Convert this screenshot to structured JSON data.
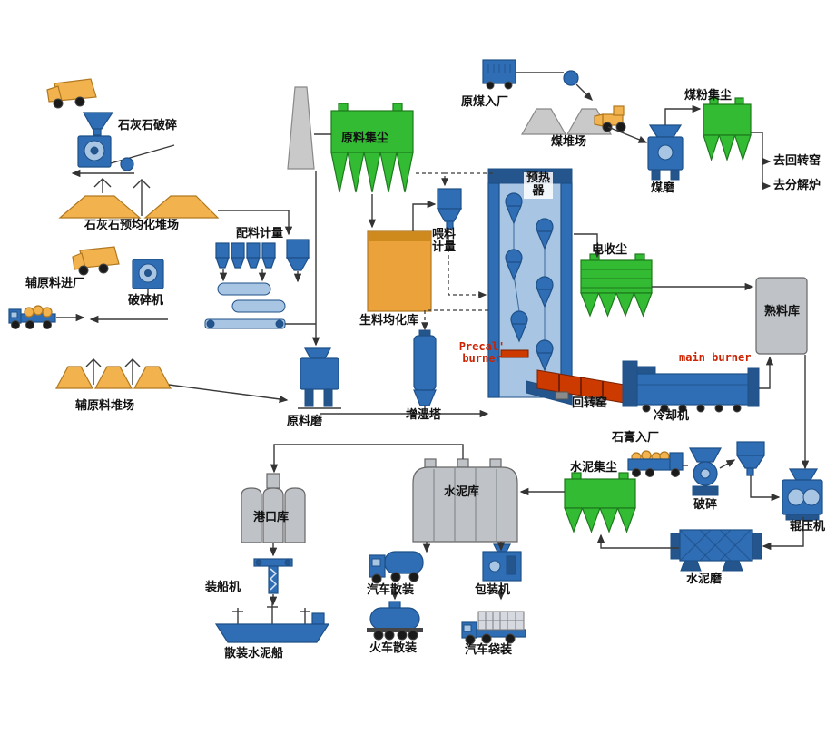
{
  "colors": {
    "machine_blue": "#2f6db5",
    "machine_blue_dark": "#24558c",
    "machine_blue_light": "#a8c6e4",
    "outline_blue": "#1e5088",
    "dust_green": "#33bb33",
    "dust_green_dark": "#1d7a1d",
    "stock_orange": "#f2b24d",
    "stock_orange_dark": "#b07820",
    "tank_orange": "#eca23a",
    "tank_orange_dark": "#cf8a1e",
    "silo_gray": "#bfc3c7",
    "pile_gray": "#c9c9c9",
    "kiln_red": "#cc3a00",
    "kiln_red_dark": "#7a2000",
    "line_dark": "#3a3a3a",
    "label_red": "#cc2200",
    "wheel_black": "#1a1a1a"
  },
  "labels": {
    "limestone_crushing": "石灰石破碎",
    "limestone_preblending_yard": "石灰石预均化堆场",
    "batching_metering": "配料计量",
    "aux_material_entry": "辅原料进厂",
    "crusher": "破碎机",
    "aux_material_yard": "辅原料堆场",
    "raw_material_dust_collector": "原料集尘",
    "raw_meal_homogenization_silo": "生料均化库",
    "feed_metering": "喂料计量",
    "preheater": "预热器",
    "raw_mill": "原料磨",
    "humidifier_tower": "增湿塔",
    "precal_burner": "Precal' burner",
    "rotary_kiln": "回转窑",
    "main_burner": "main burner",
    "cooler": "冷却机",
    "raw_coal_entry": "原煤入厂",
    "coal_yard": "煤堆场",
    "coal_dust_collector": "煤粉集尘",
    "coal_mill": "煤磨",
    "to_rotary_kiln": "去回转窑",
    "to_calciner": "去分解炉",
    "esp": "电收尘",
    "clinker_silo": "熟料库",
    "port_silo": "港口库",
    "ship_loader": "装船机",
    "bulk_cement_ship": "散装水泥船",
    "cement_silo": "水泥库",
    "truck_bulk": "汽车散装",
    "train_bulk": "火车散装",
    "packing_machine": "包装机",
    "truck_bags": "汽车袋装",
    "cement_dust_collector": "水泥集尘",
    "gypsum_entry": "石膏入厂",
    "gypsum_crushing": "破碎",
    "roller_press": "辊压机",
    "cement_mill": "水泥磨"
  }
}
